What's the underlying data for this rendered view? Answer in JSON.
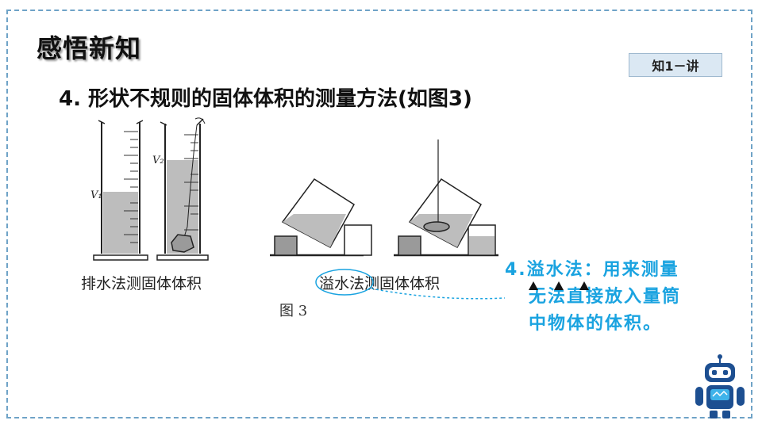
{
  "slide": {
    "title": "感悟新知",
    "badge": "知1－讲",
    "heading": "4. 形状不规则的固体体积的测量方法(如图3)"
  },
  "figure": {
    "caption_left": "排水法测固体体积",
    "caption_right_circled": "溢水法",
    "caption_right_rest": "测固体体积",
    "label_v1": "V₁",
    "label_v2": "V₂",
    "figure_label": "图 3"
  },
  "note": {
    "line1": "4.溢水法：用来测量",
    "line2": "无法直接放入量筒",
    "line3": "中物体的体积。"
  },
  "colors": {
    "frame": "#6fa3c7",
    "note_text": "#1aa3e0",
    "water": "#bdbdbd",
    "badge_bg": "#dbe8f3"
  }
}
